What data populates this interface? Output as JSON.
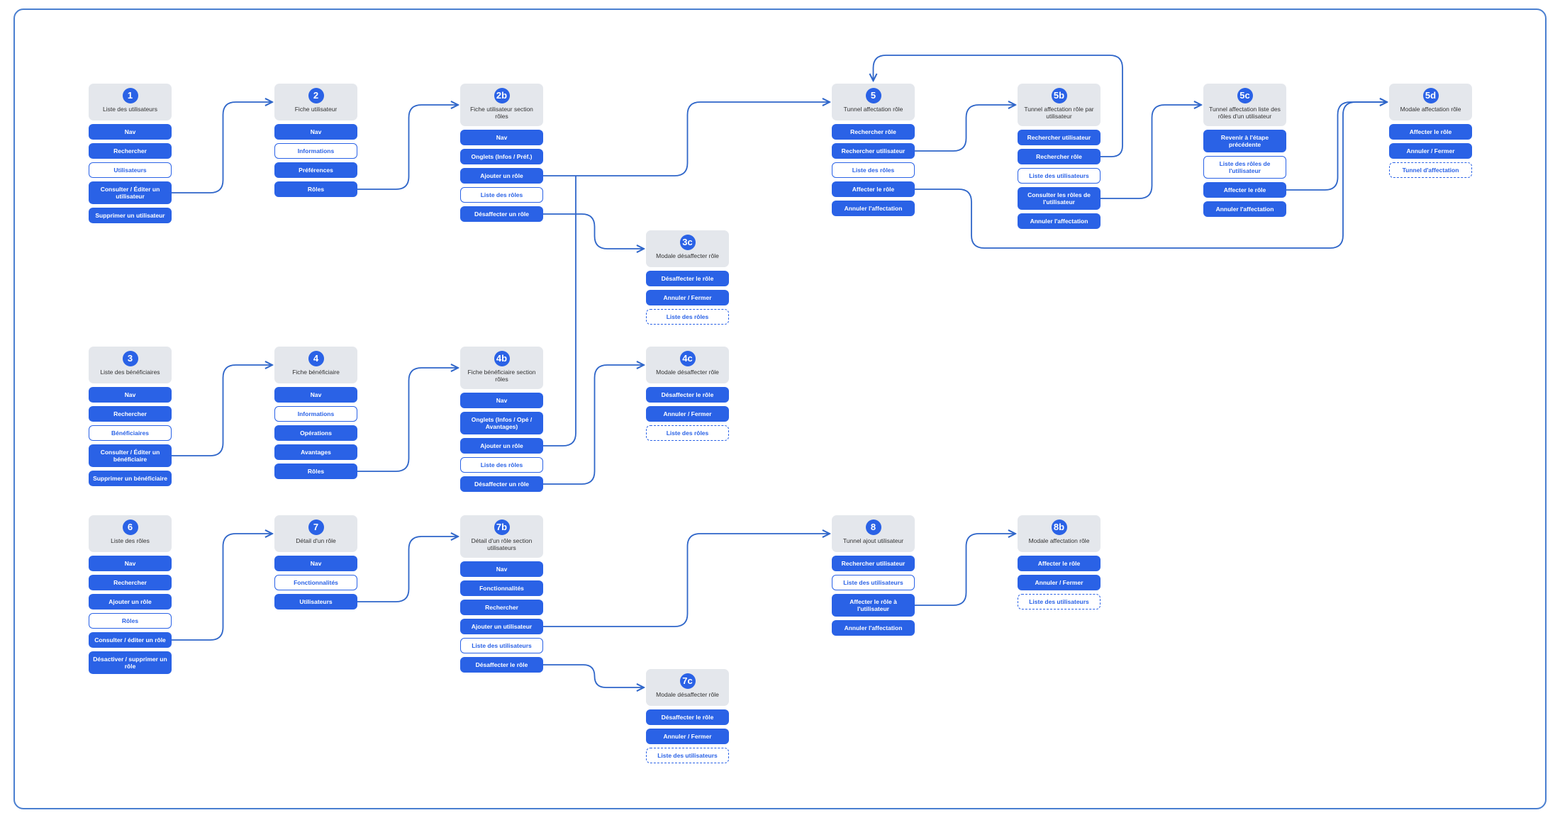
{
  "colors": {
    "accent": "#2a62e6",
    "header_bg": "#e4e7ec",
    "edge": "#2f66c9"
  },
  "nodes": [
    {
      "id": "n1",
      "num": "1",
      "title": "Liste des utilisateurs",
      "buttons": [
        {
          "label": "Nav",
          "style": "primary"
        },
        {
          "label": "Rechercher",
          "style": "primary"
        },
        {
          "label": "Utilisateurs",
          "style": "outline"
        },
        {
          "label": "Consulter / Éditer un utilisateur",
          "style": "primary"
        },
        {
          "label": "Supprimer un utilisateur",
          "style": "primary"
        }
      ]
    },
    {
      "id": "n2",
      "num": "2",
      "title": "Fiche utilisateur",
      "buttons": [
        {
          "label": "Nav",
          "style": "primary"
        },
        {
          "label": "Informations",
          "style": "outline"
        },
        {
          "label": "Préférences",
          "style": "primary"
        },
        {
          "label": "Rôles",
          "style": "primary"
        }
      ]
    },
    {
      "id": "n2b",
      "num": "2b",
      "title": "Fiche utilisateur section rôles",
      "buttons": [
        {
          "label": "Nav",
          "style": "primary"
        },
        {
          "label": "Onglets (Infos / Préf.)",
          "style": "primary"
        },
        {
          "label": "Ajouter un rôle",
          "style": "primary"
        },
        {
          "label": "Liste des rôles",
          "style": "outline"
        },
        {
          "label": "Désaffecter un rôle",
          "style": "primary"
        }
      ]
    },
    {
      "id": "n3c",
      "num": "3c",
      "title": "Modale désaffecter rôle",
      "buttons": [
        {
          "label": "Désaffecter le rôle",
          "style": "primary"
        },
        {
          "label": "Annuler / Fermer",
          "style": "primary"
        },
        {
          "label": "Liste des rôles",
          "style": "dashed"
        }
      ]
    },
    {
      "id": "n5",
      "num": "5",
      "title": "Tunnel affectation rôle",
      "buttons": [
        {
          "label": "Rechercher rôle",
          "style": "primary"
        },
        {
          "label": "Rechercher utilisateur",
          "style": "primary"
        },
        {
          "label": "Liste des rôles",
          "style": "outline"
        },
        {
          "label": "Affecter le rôle",
          "style": "primary"
        },
        {
          "label": "Annuler l'affectation",
          "style": "primary"
        }
      ]
    },
    {
      "id": "n5b",
      "num": "5b",
      "title": "Tunnel affectation rôle par utilisateur",
      "buttons": [
        {
          "label": "Rechercher utilisateur",
          "style": "primary"
        },
        {
          "label": "Rechercher rôle",
          "style": "primary"
        },
        {
          "label": "Liste des utilisateurs",
          "style": "outline"
        },
        {
          "label": "Consulter les rôles de l'utilisateur",
          "style": "primary"
        },
        {
          "label": "Annuler l'affectation",
          "style": "primary"
        }
      ]
    },
    {
      "id": "n5c",
      "num": "5c",
      "title": "Tunnel affectation liste des rôles d'un utilisateur",
      "buttons": [
        {
          "label": "Revenir à l'étape précédente",
          "style": "primary"
        },
        {
          "label": "Liste des rôles de l'utilisateur",
          "style": "outline"
        },
        {
          "label": "Affecter le rôle",
          "style": "primary"
        },
        {
          "label": "Annuler l'affectation",
          "style": "primary"
        }
      ]
    },
    {
      "id": "n5d",
      "num": "5d",
      "title": "Modale affectation rôle",
      "buttons": [
        {
          "label": "Affecter le rôle",
          "style": "primary"
        },
        {
          "label": "Annuler / Fermer",
          "style": "primary"
        },
        {
          "label": "Tunnel d'affectation",
          "style": "dashed"
        }
      ]
    },
    {
      "id": "n3",
      "num": "3",
      "title": "Liste des bénéficiaires",
      "buttons": [
        {
          "label": "Nav",
          "style": "primary"
        },
        {
          "label": "Rechercher",
          "style": "primary"
        },
        {
          "label": "Bénéficiaires",
          "style": "outline"
        },
        {
          "label": "Consulter / Éditer un bénéficiaire",
          "style": "primary"
        },
        {
          "label": "Supprimer un bénéficiaire",
          "style": "primary"
        }
      ]
    },
    {
      "id": "n4",
      "num": "4",
      "title": "Fiche bénéficiaire",
      "buttons": [
        {
          "label": "Nav",
          "style": "primary"
        },
        {
          "label": "Informations",
          "style": "outline"
        },
        {
          "label": "Opérations",
          "style": "primary"
        },
        {
          "label": "Avantages",
          "style": "primary"
        },
        {
          "label": "Rôles",
          "style": "primary"
        }
      ]
    },
    {
      "id": "n4b",
      "num": "4b",
      "title": "Fiche bénéficiaire section rôles",
      "buttons": [
        {
          "label": "Nav",
          "style": "primary"
        },
        {
          "label": "Onglets (Infos / Opé / Avantages)",
          "style": "primary"
        },
        {
          "label": "Ajouter un rôle",
          "style": "primary"
        },
        {
          "label": "Liste des rôles",
          "style": "outline"
        },
        {
          "label": "Désaffecter un rôle",
          "style": "primary"
        }
      ]
    },
    {
      "id": "n4c",
      "num": "4c",
      "title": "Modale désaffecter rôle",
      "buttons": [
        {
          "label": "Désaffecter le rôle",
          "style": "primary"
        },
        {
          "label": "Annuler / Fermer",
          "style": "primary"
        },
        {
          "label": "Liste des rôles",
          "style": "dashed"
        }
      ]
    },
    {
      "id": "n6",
      "num": "6",
      "title": "Liste des rôles",
      "buttons": [
        {
          "label": "Nav",
          "style": "primary"
        },
        {
          "label": "Rechercher",
          "style": "primary"
        },
        {
          "label": "Ajouter un rôle",
          "style": "primary"
        },
        {
          "label": "Rôles",
          "style": "outline"
        },
        {
          "label": "Consulter / éditer un rôle",
          "style": "primary"
        },
        {
          "label": "Désactiver / supprimer un rôle",
          "style": "primary"
        }
      ]
    },
    {
      "id": "n7",
      "num": "7",
      "title": "Détail d'un rôle",
      "buttons": [
        {
          "label": "Nav",
          "style": "primary"
        },
        {
          "label": "Fonctionnalités",
          "style": "outline"
        },
        {
          "label": "Utilisateurs",
          "style": "primary"
        }
      ]
    },
    {
      "id": "n7b",
      "num": "7b",
      "title": "Détail d'un rôle section utilisateurs",
      "buttons": [
        {
          "label": "Nav",
          "style": "primary"
        },
        {
          "label": "Fonctionnalités",
          "style": "primary"
        },
        {
          "label": "Rechercher",
          "style": "primary"
        },
        {
          "label": "Ajouter un utilisateur",
          "style": "primary"
        },
        {
          "label": "Liste des utilisateurs",
          "style": "outline"
        },
        {
          "label": "Désaffecter le rôle",
          "style": "primary"
        }
      ]
    },
    {
      "id": "n7c",
      "num": "7c",
      "title": "Modale désaffecter rôle",
      "buttons": [
        {
          "label": "Désaffecter le rôle",
          "style": "primary"
        },
        {
          "label": "Annuler / Fermer",
          "style": "primary"
        },
        {
          "label": "Liste des utilisateurs",
          "style": "dashed"
        }
      ]
    },
    {
      "id": "n8",
      "num": "8",
      "title": "Tunnel ajout utilisateur",
      "buttons": [
        {
          "label": "Rechercher utilisateur",
          "style": "primary"
        },
        {
          "label": "Liste des utilisateurs",
          "style": "outline"
        },
        {
          "label": "Affecter le rôle à l'utilisateur",
          "style": "primary"
        },
        {
          "label": "Annuler l'affectation",
          "style": "primary"
        }
      ]
    },
    {
      "id": "n8b",
      "num": "8b",
      "title": "Modale affectation rôle",
      "buttons": [
        {
          "label": "Affecter le rôle",
          "style": "primary"
        },
        {
          "label": "Annuler / Fermer",
          "style": "primary"
        },
        {
          "label": "Liste des utilisateurs",
          "style": "dashed"
        }
      ]
    }
  ],
  "edges": [
    {
      "from": "n1",
      "button": 3,
      "to": "n2"
    },
    {
      "from": "n2",
      "button": 3,
      "to": "n2b"
    },
    {
      "from": "n2b",
      "button": 2,
      "to": "n5"
    },
    {
      "from": "n2b",
      "button": 4,
      "to": "n3c"
    },
    {
      "from": "n5",
      "button": 1,
      "to": "n5b"
    },
    {
      "from": "n5",
      "button": 3,
      "to": "n5d"
    },
    {
      "from": "n5b",
      "button": 1,
      "to": "n5",
      "loop": true
    },
    {
      "from": "n5b",
      "button": 3,
      "to": "n5c"
    },
    {
      "from": "n5c",
      "button": 2,
      "to": "n5d"
    },
    {
      "from": "n3",
      "button": 3,
      "to": "n4"
    },
    {
      "from": "n4",
      "button": 4,
      "to": "n4b"
    },
    {
      "from": "n4b",
      "button": 2,
      "to": "n5"
    },
    {
      "from": "n4b",
      "button": 4,
      "to": "n4c"
    },
    {
      "from": "n6",
      "button": 4,
      "to": "n7"
    },
    {
      "from": "n7",
      "button": 2,
      "to": "n7b"
    },
    {
      "from": "n7b",
      "button": 3,
      "to": "n8"
    },
    {
      "from": "n7b",
      "button": 5,
      "to": "n7c"
    },
    {
      "from": "n8",
      "button": 2,
      "to": "n8b"
    }
  ]
}
